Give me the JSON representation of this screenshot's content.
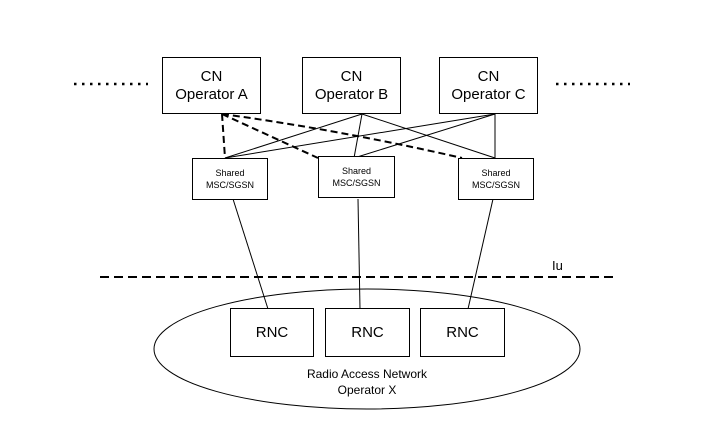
{
  "operators": [
    {
      "line1": "CN",
      "line2": "Operator A"
    },
    {
      "line1": "CN",
      "line2": "Operator B"
    },
    {
      "line1": "CN",
      "line2": "Operator C"
    }
  ],
  "shared_nodes": [
    {
      "line1": "Shared",
      "line2": "MSC/SGSN"
    },
    {
      "line1": "Shared",
      "line2": "MSC/SGSN"
    },
    {
      "line1": "Shared",
      "line2": "MSC/SGSN"
    }
  ],
  "rncs": [
    "RNC",
    "RNC",
    "RNC"
  ],
  "iu_label": "Iu",
  "ran": {
    "line1": "Radio Access Network",
    "line2": "Operator X"
  }
}
